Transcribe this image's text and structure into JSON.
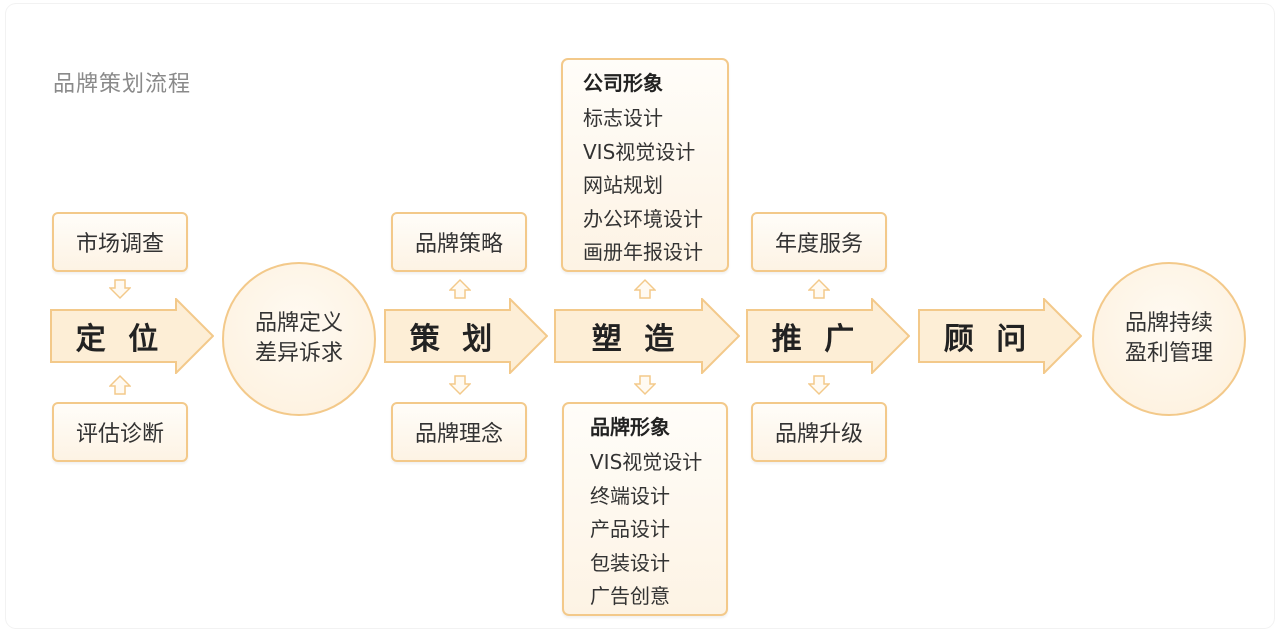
{
  "title": "品牌策划流程",
  "stages": [
    {
      "label": "定 位"
    },
    {
      "label": "策 划"
    },
    {
      "label": "塑 造"
    },
    {
      "label": "推 广"
    },
    {
      "label": "顾 问"
    }
  ],
  "circles": [
    {
      "line1": "品牌定义",
      "line2": "差异诉求"
    },
    {
      "line1": "品牌持续",
      "line2": "盈利管理"
    }
  ],
  "boxes": {
    "market_research": "市场调查",
    "evaluation": "评估诊断",
    "brand_strategy": "品牌策略",
    "brand_concept": "品牌理念",
    "annual_service": "年度服务",
    "brand_upgrade": "品牌升级"
  },
  "company_image": {
    "heading": "公司形象",
    "items": [
      "标志设计",
      "VIS视觉设计",
      "网站规划",
      "办公环境设计",
      "画册年报设计"
    ]
  },
  "brand_image": {
    "heading": "品牌形象",
    "items": [
      "VIS视觉设计",
      "终端设计",
      "产品设计",
      "包装设计",
      "广告创意"
    ]
  },
  "colors": {
    "border": "#f3c98a",
    "fill_light": "#fffdf9",
    "fill_dark": "#fdf3e4",
    "arrow_fill": "#fdeed6"
  }
}
